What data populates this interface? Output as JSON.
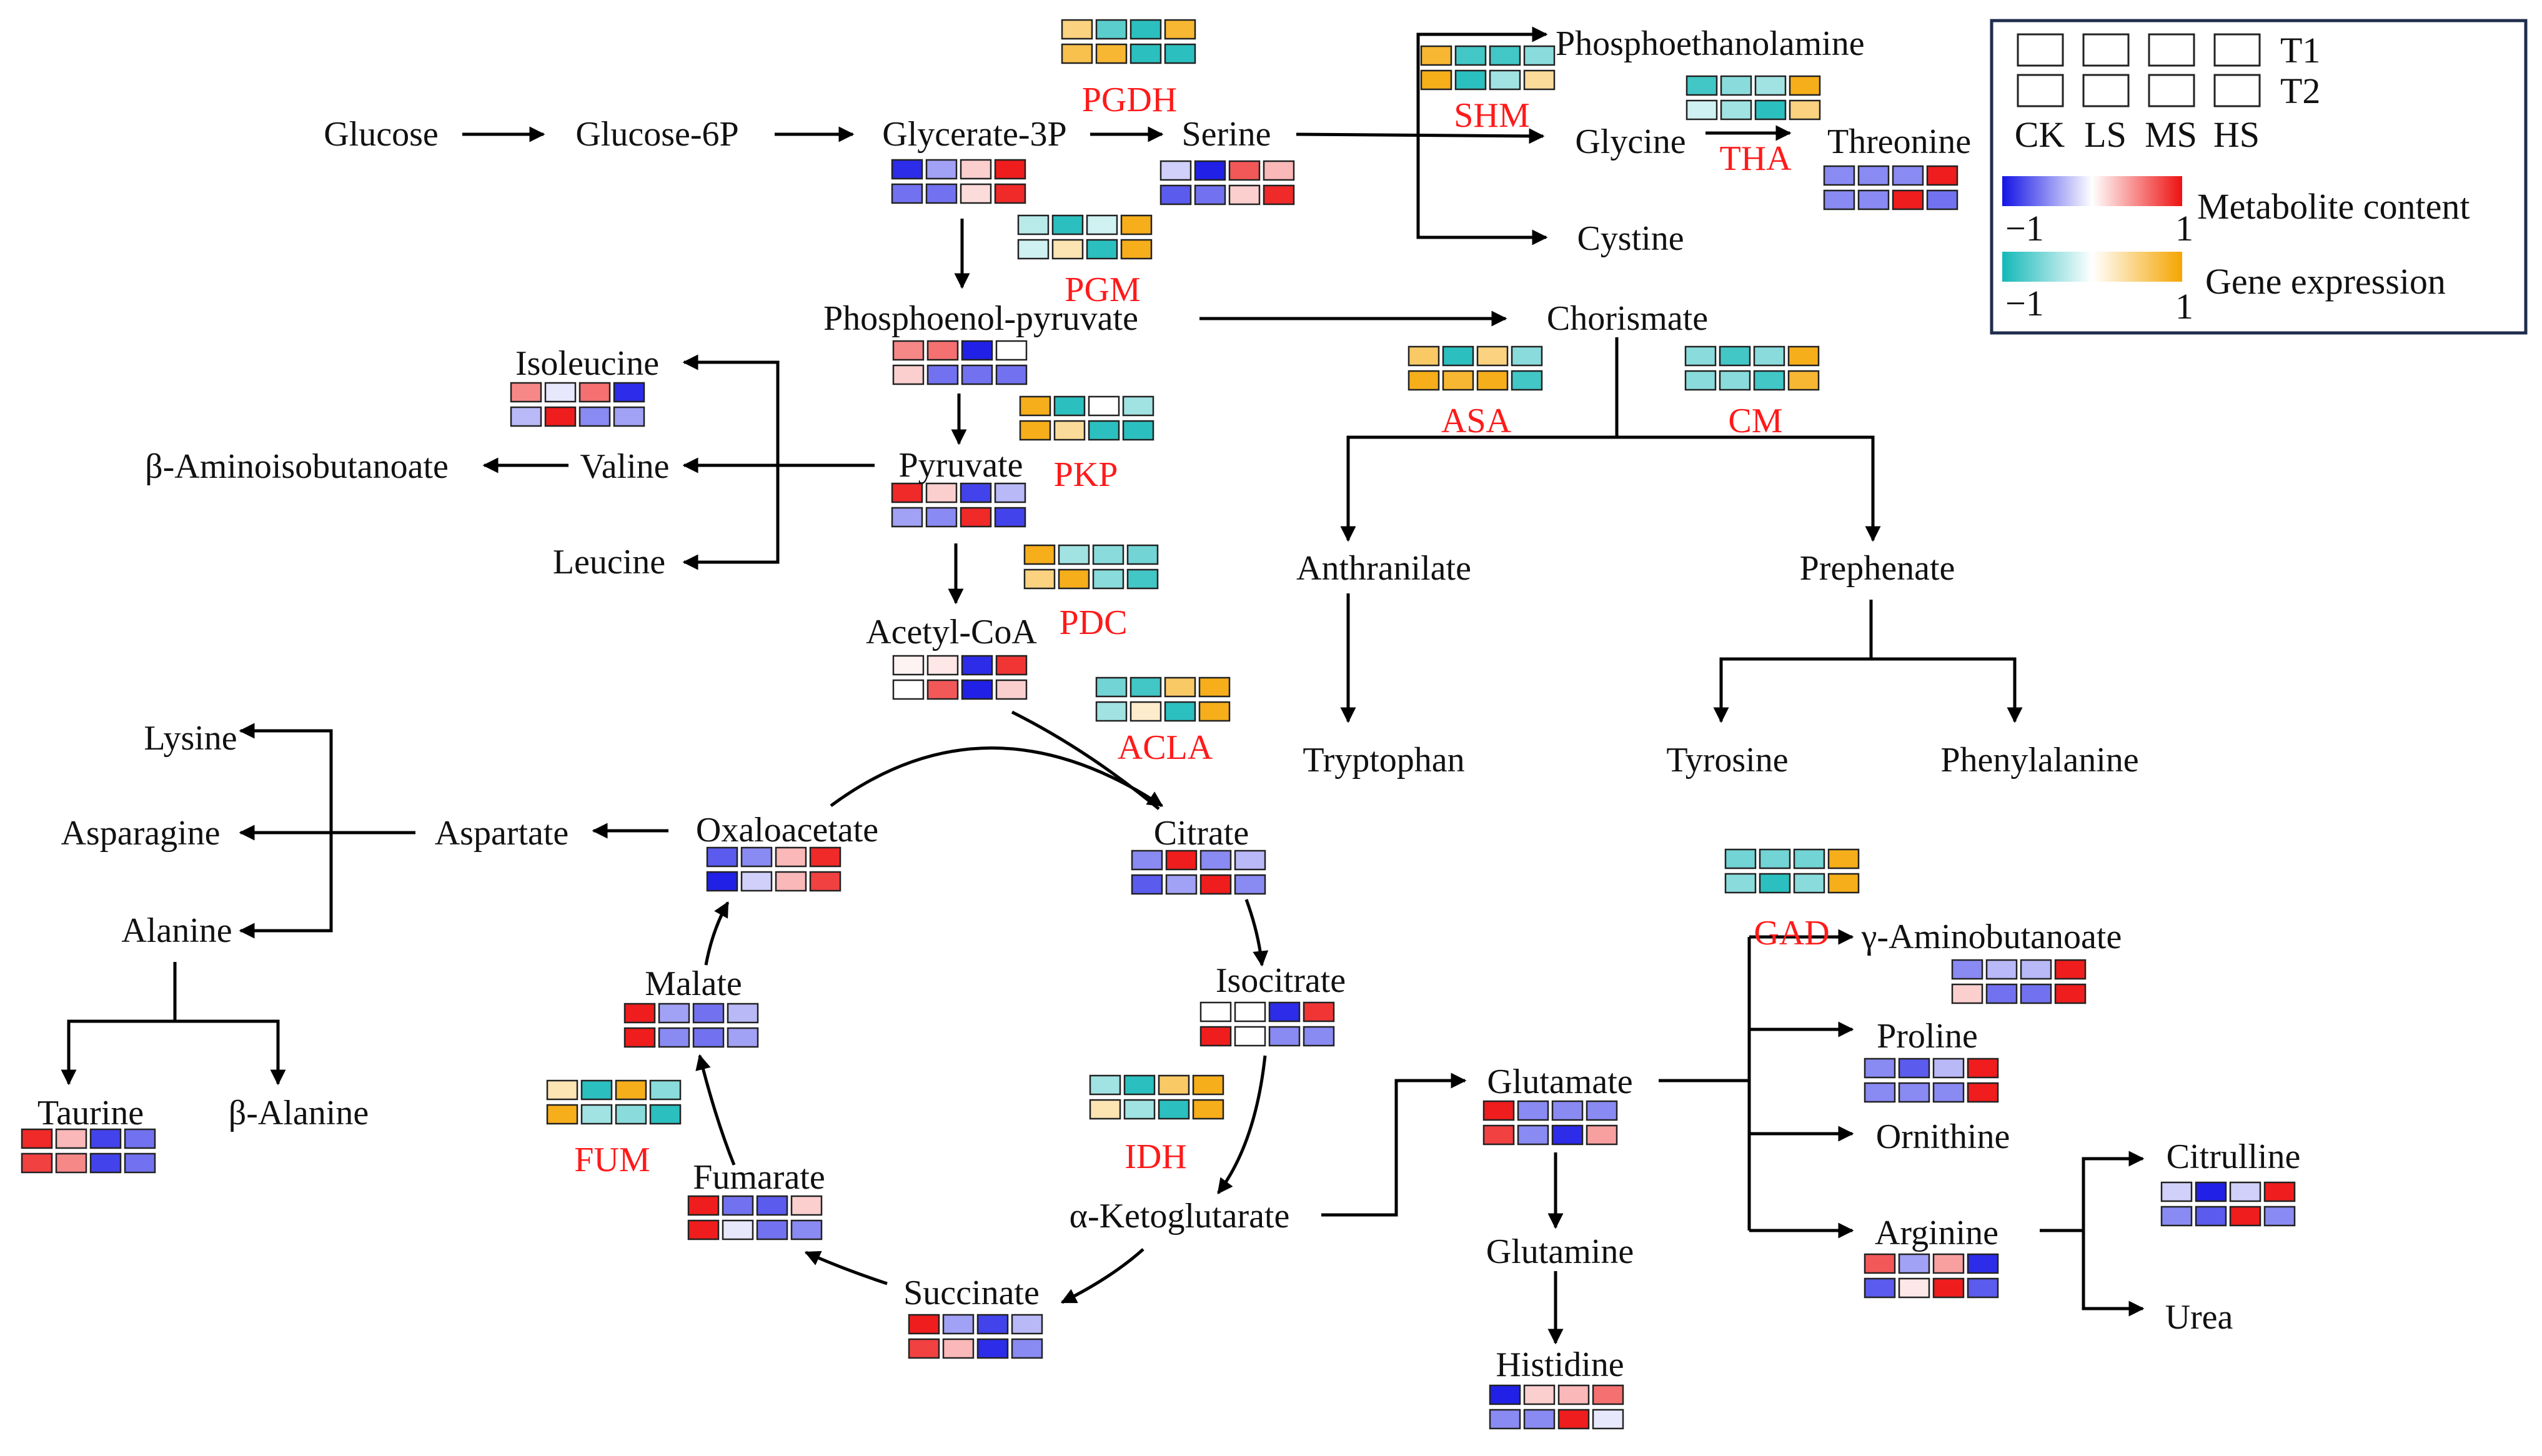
{
  "colors": {
    "metabolite_low": "#1414e6",
    "metabolite_mid": "#ffffff",
    "metabolite_high": "#ee1111",
    "gene_low": "#14b8b8",
    "gene_mid": "#ffffff",
    "gene_high": "#f5a500",
    "edge": "#000000",
    "enzyme_text": "#ff1a1a"
  },
  "legend": {
    "row1": "T1",
    "row2": "T2",
    "col_ck": "CK",
    "col_ls": "LS",
    "col_ms": "MS",
    "col_hs": "HS",
    "metabolite_min": "−1",
    "metabolite_max": "1",
    "metabolite_label": "Metabolite content",
    "gene_min": "−1",
    "gene_max": "1",
    "gene_label": "Gene expression"
  },
  "metabolites": {
    "glucose": "Glucose",
    "glucose_6p": "Glucose-6P",
    "glycerate_3p": "Glycerate-3P",
    "serine": "Serine",
    "phosphoethanolamine": "Phosphoethanolamine",
    "glycine": "Glycine",
    "threonine": "Threonine",
    "cystine": "Cystine",
    "phosphoenol_pyruvate": "Phosphoenol-pyruvate",
    "chorismate": "Chorismate",
    "isoleucine": "Isoleucine",
    "valine": "Valine",
    "beta_aminoisobutanoate": "β-Aminoisobutanoate",
    "leucine": "Leucine",
    "pyruvate": "Pyruvate",
    "anthranilate": "Anthranilate",
    "prephenate": "Prephenate",
    "acetyl_coa": "Acetyl-CoA",
    "tryptophan": "Tryptophan",
    "tyrosine": "Tyrosine",
    "phenylalanine": "Phenylalanine",
    "lysine": "Lysine",
    "asparagine": "Asparagine",
    "aspartate": "Aspartate",
    "oxaloacetate": "Oxaloacetate",
    "citrate": "Citrate",
    "alanine": "Alanine",
    "isocitrate": "Isocitrate",
    "malate": "Malate",
    "taurine": "Taurine",
    "beta_alanine": "β-Alanine",
    "fumarate": "Fumarate",
    "alpha_ketoglutarate": "α-Ketoglutarate",
    "succinate": "Succinate",
    "glutamate": "Glutamate",
    "glutamine": "Glutamine",
    "histidine": "Histidine",
    "gamma_aminobutanoate": "γ-Aminobutanoate",
    "proline": "Proline",
    "ornithine": "Ornithine",
    "arginine": "Arginine",
    "citrulline": "Citrulline",
    "urea": "Urea"
  },
  "enzymes": {
    "pgdh": "PGDH",
    "shm": "SHM",
    "tha": "THA",
    "pgm": "PGM",
    "asa": "ASA",
    "cm": "CM",
    "pkp": "PKP",
    "pdc": "PDC",
    "acla": "ACLA",
    "gad": "GAD",
    "idh": "IDH",
    "fum": "FUM"
  },
  "heatmaps": [
    {
      "name": "glycerate-3p",
      "kind": "metabolite",
      "values": [
        [
          -0.9,
          -0.4,
          0.2,
          0.95
        ],
        [
          -0.6,
          -0.6,
          0.15,
          0.9
        ]
      ]
    },
    {
      "name": "serine",
      "kind": "metabolite",
      "values": [
        [
          -0.2,
          -0.95,
          0.7,
          0.3
        ],
        [
          -0.7,
          -0.6,
          0.2,
          0.9
        ]
      ]
    },
    {
      "name": "threonine",
      "kind": "metabolite",
      "values": [
        [
          -0.5,
          -0.5,
          -0.5,
          0.95
        ],
        [
          -0.5,
          -0.5,
          0.95,
          -0.6
        ]
      ]
    },
    {
      "name": "phosphoenol-pyruvate",
      "kind": "metabolite",
      "values": [
        [
          0.5,
          0.6,
          -0.95,
          0.0
        ],
        [
          0.2,
          -0.6,
          -0.6,
          -0.6
        ]
      ]
    },
    {
      "name": "isoleucine",
      "kind": "metabolite",
      "values": [
        [
          0.5,
          -0.1,
          0.6,
          -0.9
        ],
        [
          -0.3,
          0.95,
          -0.5,
          -0.4
        ]
      ]
    },
    {
      "name": "pyruvate",
      "kind": "metabolite",
      "values": [
        [
          0.9,
          0.2,
          -0.8,
          -0.3
        ],
        [
          -0.4,
          -0.5,
          0.9,
          -0.8
        ]
      ]
    },
    {
      "name": "acetyl-coa",
      "kind": "metabolite",
      "values": [
        [
          0.05,
          0.1,
          -0.9,
          0.85
        ],
        [
          0.0,
          0.7,
          -0.95,
          0.2
        ]
      ]
    },
    {
      "name": "oxaloacetate",
      "kind": "metabolite",
      "values": [
        [
          -0.7,
          -0.5,
          0.3,
          0.9
        ],
        [
          -0.95,
          -0.2,
          0.3,
          0.8
        ]
      ]
    },
    {
      "name": "citrate",
      "kind": "metabolite",
      "values": [
        [
          -0.5,
          0.95,
          -0.5,
          -0.3
        ],
        [
          -0.7,
          -0.4,
          0.95,
          -0.5
        ]
      ]
    },
    {
      "name": "isocitrate",
      "kind": "metabolite",
      "values": [
        [
          0.0,
          0.0,
          -0.9,
          0.85
        ],
        [
          0.95,
          0.0,
          -0.5,
          -0.5
        ]
      ]
    },
    {
      "name": "malate",
      "kind": "metabolite",
      "values": [
        [
          0.95,
          -0.4,
          -0.6,
          -0.3
        ],
        [
          0.95,
          -0.5,
          -0.6,
          -0.4
        ]
      ]
    },
    {
      "name": "taurine",
      "kind": "metabolite",
      "values": [
        [
          0.9,
          0.3,
          -0.8,
          -0.6
        ],
        [
          0.8,
          0.5,
          -0.8,
          -0.6
        ]
      ]
    },
    {
      "name": "fumarate",
      "kind": "metabolite",
      "values": [
        [
          0.95,
          -0.6,
          -0.7,
          0.2
        ],
        [
          0.95,
          -0.1,
          -0.6,
          -0.5
        ]
      ]
    },
    {
      "name": "succinate",
      "kind": "metabolite",
      "values": [
        [
          0.95,
          -0.4,
          -0.8,
          -0.3
        ],
        [
          0.8,
          0.3,
          -0.9,
          -0.5
        ]
      ]
    },
    {
      "name": "glutamate",
      "kind": "metabolite",
      "values": [
        [
          0.95,
          -0.5,
          -0.5,
          -0.5
        ],
        [
          0.8,
          -0.5,
          -0.9,
          0.4
        ]
      ]
    },
    {
      "name": "histidine",
      "kind": "metabolite",
      "values": [
        [
          -0.95,
          0.2,
          0.3,
          0.6
        ],
        [
          -0.5,
          -0.5,
          0.95,
          -0.1
        ]
      ]
    },
    {
      "name": "gamma-aminobutanoate",
      "kind": "metabolite",
      "values": [
        [
          -0.5,
          -0.3,
          -0.3,
          0.95
        ],
        [
          0.2,
          -0.6,
          -0.6,
          0.95
        ]
      ]
    },
    {
      "name": "proline",
      "kind": "metabolite",
      "values": [
        [
          -0.5,
          -0.7,
          -0.3,
          0.95
        ],
        [
          -0.5,
          -0.5,
          -0.5,
          0.95
        ]
      ]
    },
    {
      "name": "citrulline",
      "kind": "metabolite",
      "values": [
        [
          -0.2,
          -0.95,
          -0.2,
          0.95
        ],
        [
          -0.5,
          -0.7,
          0.95,
          -0.5
        ]
      ]
    },
    {
      "name": "arginine",
      "kind": "metabolite",
      "values": [
        [
          0.7,
          -0.4,
          0.4,
          -0.9
        ],
        [
          -0.7,
          0.1,
          0.95,
          -0.7
        ]
      ]
    },
    {
      "name": "pgdh",
      "kind": "gene",
      "values": [
        [
          0.5,
          -0.7,
          -0.9,
          0.8
        ],
        [
          0.7,
          0.8,
          -0.9,
          -0.9
        ]
      ]
    },
    {
      "name": "shm",
      "kind": "gene",
      "values": [
        [
          0.8,
          -0.8,
          -0.8,
          -0.5
        ],
        [
          0.9,
          -0.9,
          -0.4,
          0.4
        ]
      ]
    },
    {
      "name": "tha",
      "kind": "gene",
      "values": [
        [
          -0.8,
          -0.5,
          -0.4,
          0.9
        ],
        [
          -0.2,
          -0.4,
          -0.9,
          0.5
        ]
      ]
    },
    {
      "name": "pgm",
      "kind": "gene",
      "values": [
        [
          -0.3,
          -0.9,
          -0.2,
          0.9
        ],
        [
          -0.2,
          0.3,
          -0.9,
          0.9
        ]
      ]
    },
    {
      "name": "asa",
      "kind": "gene",
      "values": [
        [
          0.6,
          -0.9,
          0.5,
          -0.5
        ],
        [
          0.9,
          0.8,
          0.9,
          -0.8
        ]
      ]
    },
    {
      "name": "cm",
      "kind": "gene",
      "values": [
        [
          -0.5,
          -0.8,
          -0.5,
          0.9
        ],
        [
          -0.5,
          -0.5,
          -0.8,
          0.8
        ]
      ]
    },
    {
      "name": "pkp",
      "kind": "gene",
      "values": [
        [
          0.9,
          -0.9,
          0.0,
          -0.4
        ],
        [
          0.9,
          0.4,
          -0.9,
          -0.9
        ]
      ]
    },
    {
      "name": "pdc",
      "kind": "gene",
      "values": [
        [
          0.9,
          -0.4,
          -0.5,
          -0.6
        ],
        [
          0.5,
          0.9,
          -0.5,
          -0.8
        ]
      ]
    },
    {
      "name": "acla",
      "kind": "gene",
      "values": [
        [
          -0.6,
          -0.8,
          0.6,
          0.9
        ],
        [
          -0.4,
          0.2,
          -0.9,
          0.9
        ]
      ]
    },
    {
      "name": "gad",
      "kind": "gene",
      "values": [
        [
          -0.6,
          -0.6,
          -0.6,
          0.9
        ],
        [
          -0.5,
          -0.9,
          -0.5,
          0.9
        ]
      ]
    },
    {
      "name": "idh",
      "kind": "gene",
      "values": [
        [
          -0.4,
          -0.9,
          0.6,
          0.9
        ],
        [
          0.3,
          -0.4,
          -0.9,
          0.9
        ]
      ]
    },
    {
      "name": "fum",
      "kind": "gene",
      "values": [
        [
          0.3,
          -0.9,
          0.9,
          -0.5
        ],
        [
          0.9,
          -0.4,
          -0.5,
          -0.9
        ]
      ]
    }
  ]
}
